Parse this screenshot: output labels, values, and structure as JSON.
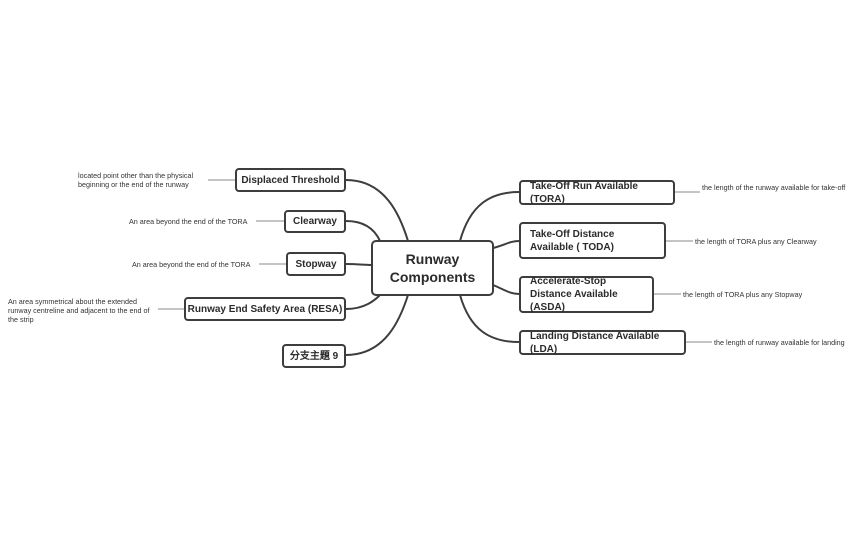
{
  "mindmap": {
    "central": "Runway Components",
    "left_topics": [
      {
        "label": "Displaced Threshold",
        "note": "located point other than the physical beginning or the end of the runway"
      },
      {
        "label": "Clearway",
        "note": "An area beyond the end of the TORA"
      },
      {
        "label": "Stopway",
        "note": "An area beyond the end of the TORA"
      },
      {
        "label": "Runway End Safety Area (RESA)",
        "note": "An area symmetrical about the extended runway centreline and adjacent to the end of the strip"
      },
      {
        "label": "分支主題 9",
        "note": ""
      }
    ],
    "right_topics": [
      {
        "label": "Take-Off Run Available (TORA)",
        "note": "the length of the runway available for take-off"
      },
      {
        "label": "Take-Off Distance Available ( TODA)",
        "note": "the length of TORA plus any Clearway"
      },
      {
        "label": "Accelerate-Stop Distance Available (ASDA)",
        "note": "the length of TORA plus any Stopway"
      },
      {
        "label": "Landing Distance Available (LDA)",
        "note": "the length of runway available for landing"
      }
    ]
  },
  "colors": {
    "connector": "#3d3d3d",
    "note_line": "#888888",
    "node_border": "#3d3d3d"
  }
}
